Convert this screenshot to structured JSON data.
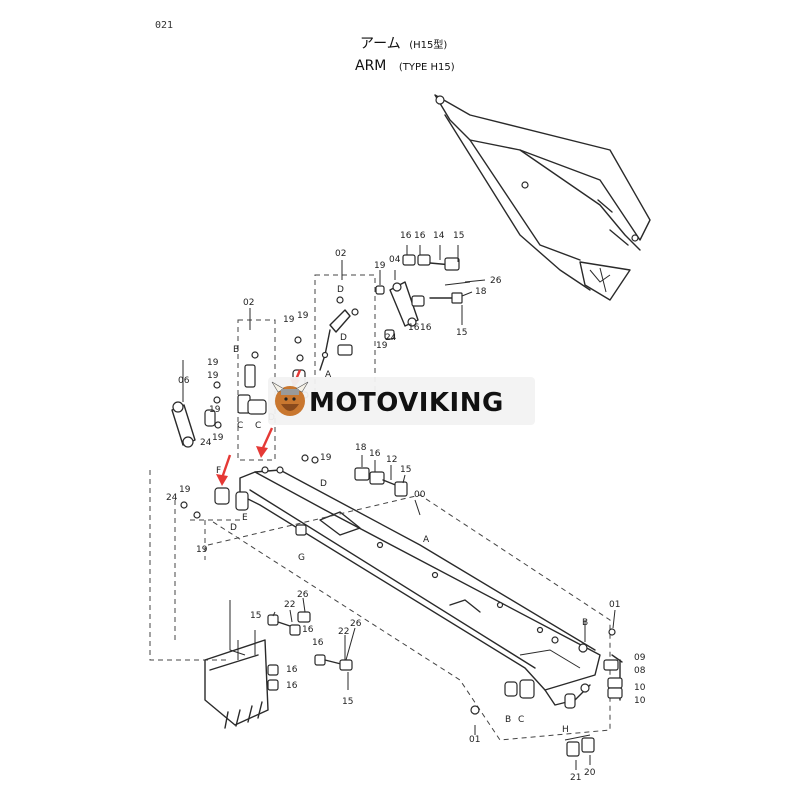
{
  "page_number": "021",
  "title": {
    "jp_main": "アーム",
    "jp_sub": "(H15型)",
    "en_main": "ARM",
    "en_sub": "(TYPE H15)"
  },
  "watermark": {
    "text": "MOTOVIKING"
  },
  "callouts": {
    "c02a": "02",
    "c02b": "02",
    "c06": "06",
    "c16a": "16",
    "c16b": "16",
    "c14": "14",
    "c15a": "15",
    "c19a": "19",
    "c04": "04",
    "c26a": "26",
    "c18": "18",
    "c16c": "16",
    "c16d": "16",
    "c15b": "15",
    "c19b": "19",
    "c24a": "24",
    "c19c": "19",
    "c19d": "19",
    "c19e": "19",
    "c19f": "19",
    "c19g": "19",
    "c19h": "19",
    "c24b": "24",
    "c19i": "19",
    "c24c": "24",
    "c19j": "19",
    "c19k": "19",
    "c18b": "18",
    "c16e": "16",
    "c12": "12",
    "c15c": "15",
    "c00": "00",
    "c01a": "01",
    "c09": "09",
    "c08": "08",
    "c10a": "10",
    "c10b": "10",
    "c01b": "01",
    "c21": "21",
    "c20": "20",
    "c15d": "15",
    "c22a": "22",
    "c26b": "26",
    "c16f": "16",
    "c16g": "16",
    "c22b": "22",
    "c26c": "26",
    "c16h": "16",
    "c16i": "16",
    "c15e": "15"
  },
  "letters": {
    "D1": "D",
    "D2": "D",
    "D3": "D",
    "D4": "D",
    "D5": "D",
    "B1": "B",
    "B2": "B",
    "B3": "B",
    "C1": "C",
    "C2": "C",
    "C3": "C",
    "A1": "A",
    "A2": "A",
    "E1": "E",
    "F1": "F",
    "G1": "G",
    "H1": "H"
  }
}
